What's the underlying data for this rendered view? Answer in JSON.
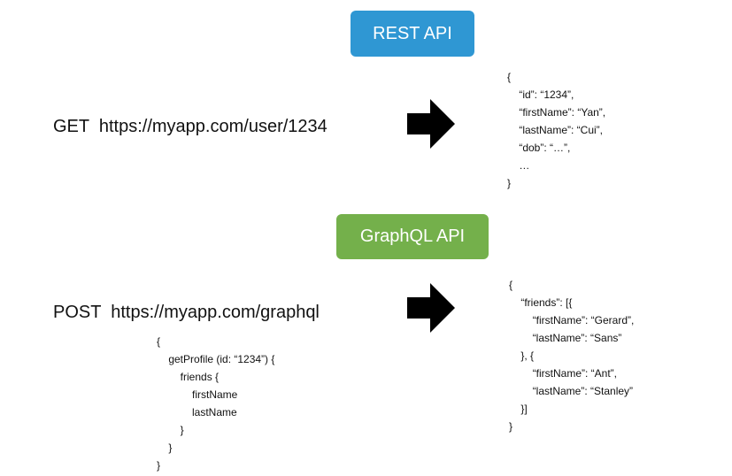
{
  "rest": {
    "badge_label": "REST API",
    "request": "GET  https://myapp.com/user/1234",
    "response_lines": [
      "{",
      "    “id”: “1234”,",
      "    “firstName”: “Yan”,",
      "    “lastName”: “Cui”,",
      "    “dob”: “…”,",
      "    …",
      "}"
    ]
  },
  "graphql": {
    "badge_label": "GraphQL API",
    "request": "POST  https://myapp.com/graphql",
    "query_lines": [
      "{",
      "    getProfile (id: “1234”) {",
      "        friends {",
      "            firstName",
      "            lastName",
      "        }",
      "    }",
      "}"
    ],
    "response_lines": [
      "{",
      "    “friends”: [{",
      "        “firstName”: “Gerard”,",
      "        “lastName”: “Sans”",
      "    }, {",
      "        “firstName”: “Ant”,",
      "        “lastName”: “Stanley”",
      "    }]",
      "}"
    ]
  },
  "colors": {
    "rest_badge": "#2f97d3",
    "graphql_badge": "#74b04b",
    "arrow": "#000000"
  },
  "icons": {
    "arrow": "right-arrow-icon"
  }
}
